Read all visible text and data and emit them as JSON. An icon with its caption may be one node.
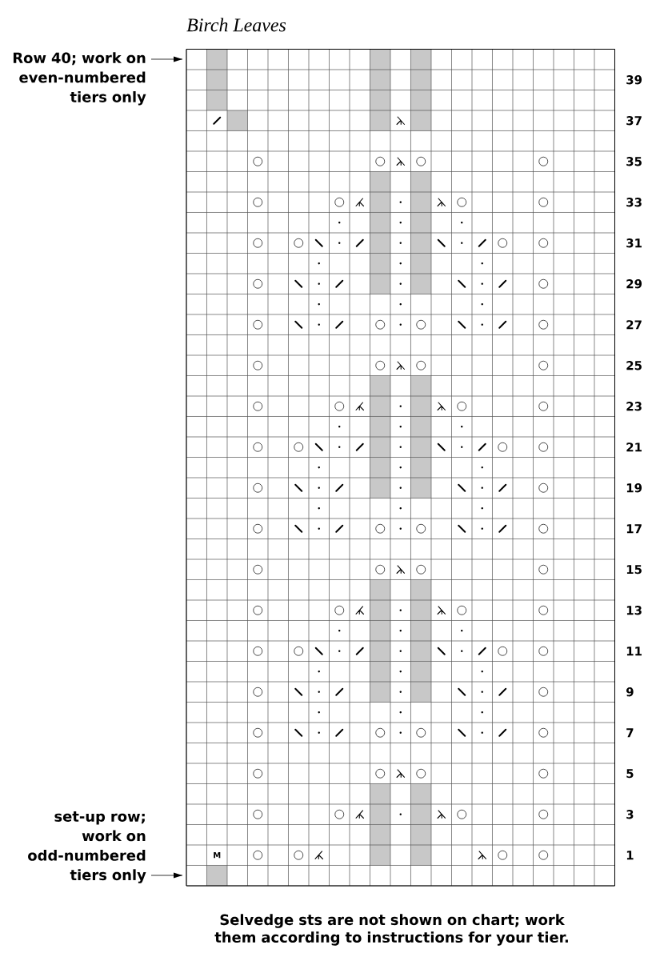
{
  "diagram": {
    "title": "Birch Leaves",
    "caption": "Selvedge sts are not shown on chart; work them according to instructions for your tier.",
    "nodes": [
      {
        "text": [
          "Row 40; work on even-numbered tiers only"
        ]
      },
      {
        "text": [
          "set-up row; work on odd-numbered tiers only"
        ]
      }
    ],
    "edges": [
      {
        "from": 0,
        "to": null,
        "arrow": "to"
      },
      {
        "from": 1,
        "to": null,
        "arrow": "to"
      }
    ],
    "labels": [
      "39",
      "37",
      "35",
      "33",
      "31",
      "29",
      "27",
      "25",
      "23",
      "21",
      "19",
      "17",
      "15",
      "13",
      "11",
      "9",
      "7",
      "5",
      "3",
      "M",
      "1"
    ]
  }
}
